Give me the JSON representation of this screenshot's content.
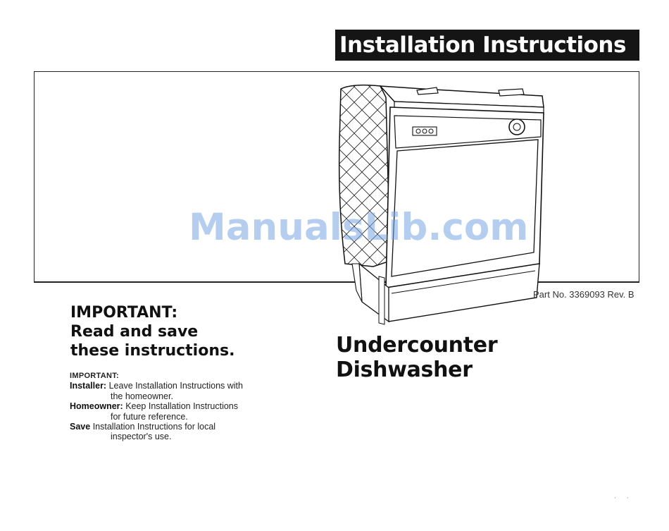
{
  "header": {
    "title": "Installation Instructions"
  },
  "watermark": {
    "text": "ManualsLib.com"
  },
  "part_number": "Part No. 3369093 Rev. B",
  "important": {
    "line1": "IMPORTANT:",
    "line2": "Read and save",
    "line3": "these instructions."
  },
  "product": {
    "line1": "Undercounter",
    "line2": "Dishwasher"
  },
  "notes": {
    "heading": "IMPORTANT:",
    "installer_label": "Installer:",
    "installer_text_a": "Leave Installation Instructions with",
    "installer_text_b": "the homeowner.",
    "homeowner_label": "Homeowner:",
    "homeowner_text_a": "Keep Installation Instructions",
    "homeowner_text_b": "for future reference.",
    "save_label": "Save",
    "save_text_a": "Installation Instructions for local",
    "save_text_b": "inspector's use."
  },
  "icons": {
    "illustration": "dishwasher-illustration"
  }
}
